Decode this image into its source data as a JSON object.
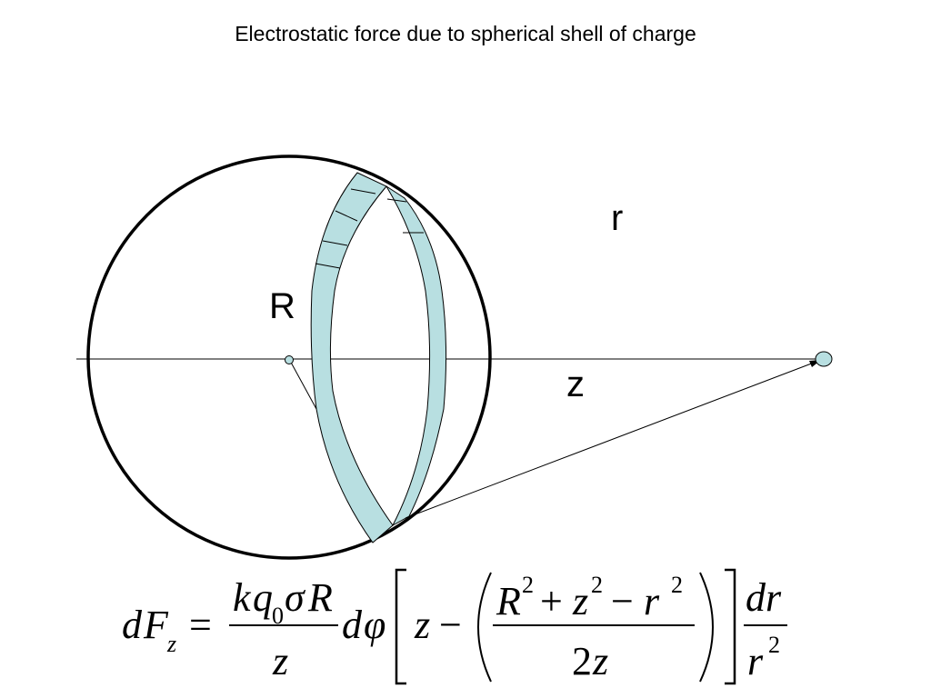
{
  "title": "Electrostatic force due to spherical shell of charge",
  "labels": {
    "R": "R",
    "r": "r",
    "z": "z"
  },
  "colors": {
    "band_fill": "#b8dfe1",
    "stroke": "#000000"
  },
  "equation": {
    "lhs_d": "d",
    "lhs_F": "F",
    "lhs_sub": "z",
    "equals": "=",
    "frac1_num_k": "k",
    "frac1_num_q": "q",
    "frac1_num_qsub": "0",
    "frac1_num_sigma": "σ",
    "frac1_num_R": "R",
    "frac1_den": "z",
    "dphi_d": "d",
    "dphi_phi": "φ",
    "z": "z",
    "minus": "−",
    "frac2_num_R": "R",
    "frac2_num_R_exp": "2",
    "plus": "+",
    "frac2_num_z": "z",
    "frac2_num_z_exp": "2",
    "minus2": "−",
    "frac2_num_r": "r",
    "frac2_num_r_exp": "2",
    "frac2_den_2": "2",
    "frac2_den_z": "z",
    "frac3_num": "dr",
    "frac3_den_r": "r",
    "frac3_den_exp": "2"
  }
}
